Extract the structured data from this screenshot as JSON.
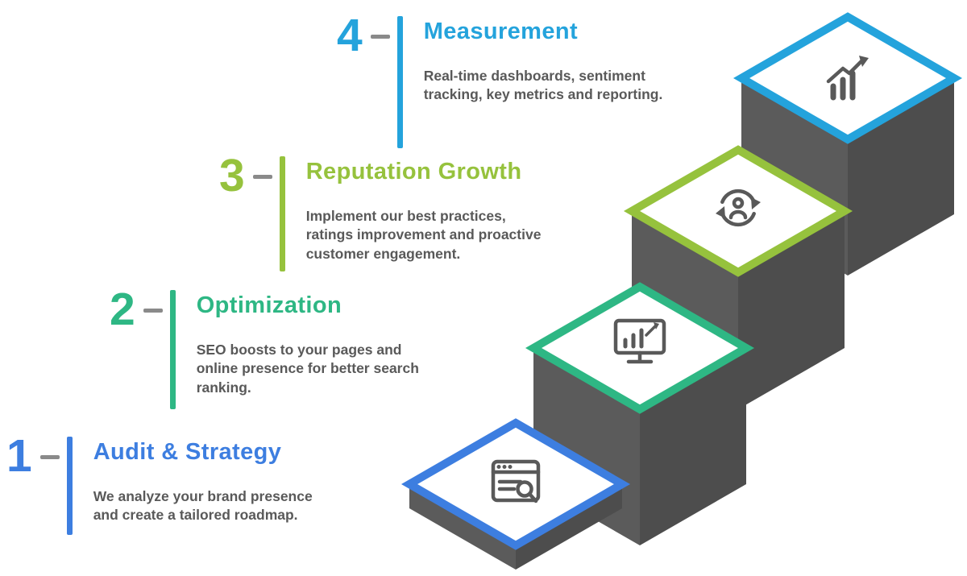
{
  "colors": {
    "face_left": "#5b5b5b",
    "face_right": "#4d4d4d",
    "icon": "#595959",
    "text": "#595959",
    "dash": "#8a8a8a",
    "diamond_fill": "#ffffff"
  },
  "steps": [
    {
      "number": "1",
      "title": "Audit & Strategy",
      "description": "We analyze your brand presence and create a tailored roadmap.",
      "color": "#3d7ee0",
      "icon": "audit-report-icon"
    },
    {
      "number": "2",
      "title": "Optimization",
      "description": "SEO boosts to your pages and online presence for better search ranking.",
      "color": "#2eb784",
      "icon": "monitor-optimization-icon"
    },
    {
      "number": "3",
      "title": "Reputation Growth",
      "description": "Implement our best practices, ratings improvement and proactive customer engagement.",
      "color": "#96c23d",
      "icon": "engagement-cycle-icon"
    },
    {
      "number": "4",
      "title": "Measurement",
      "description": "Real-time dashboards, sentiment tracking, key metrics and reporting.",
      "color": "#24a3dc",
      "icon": "growth-chart-icon"
    }
  ]
}
